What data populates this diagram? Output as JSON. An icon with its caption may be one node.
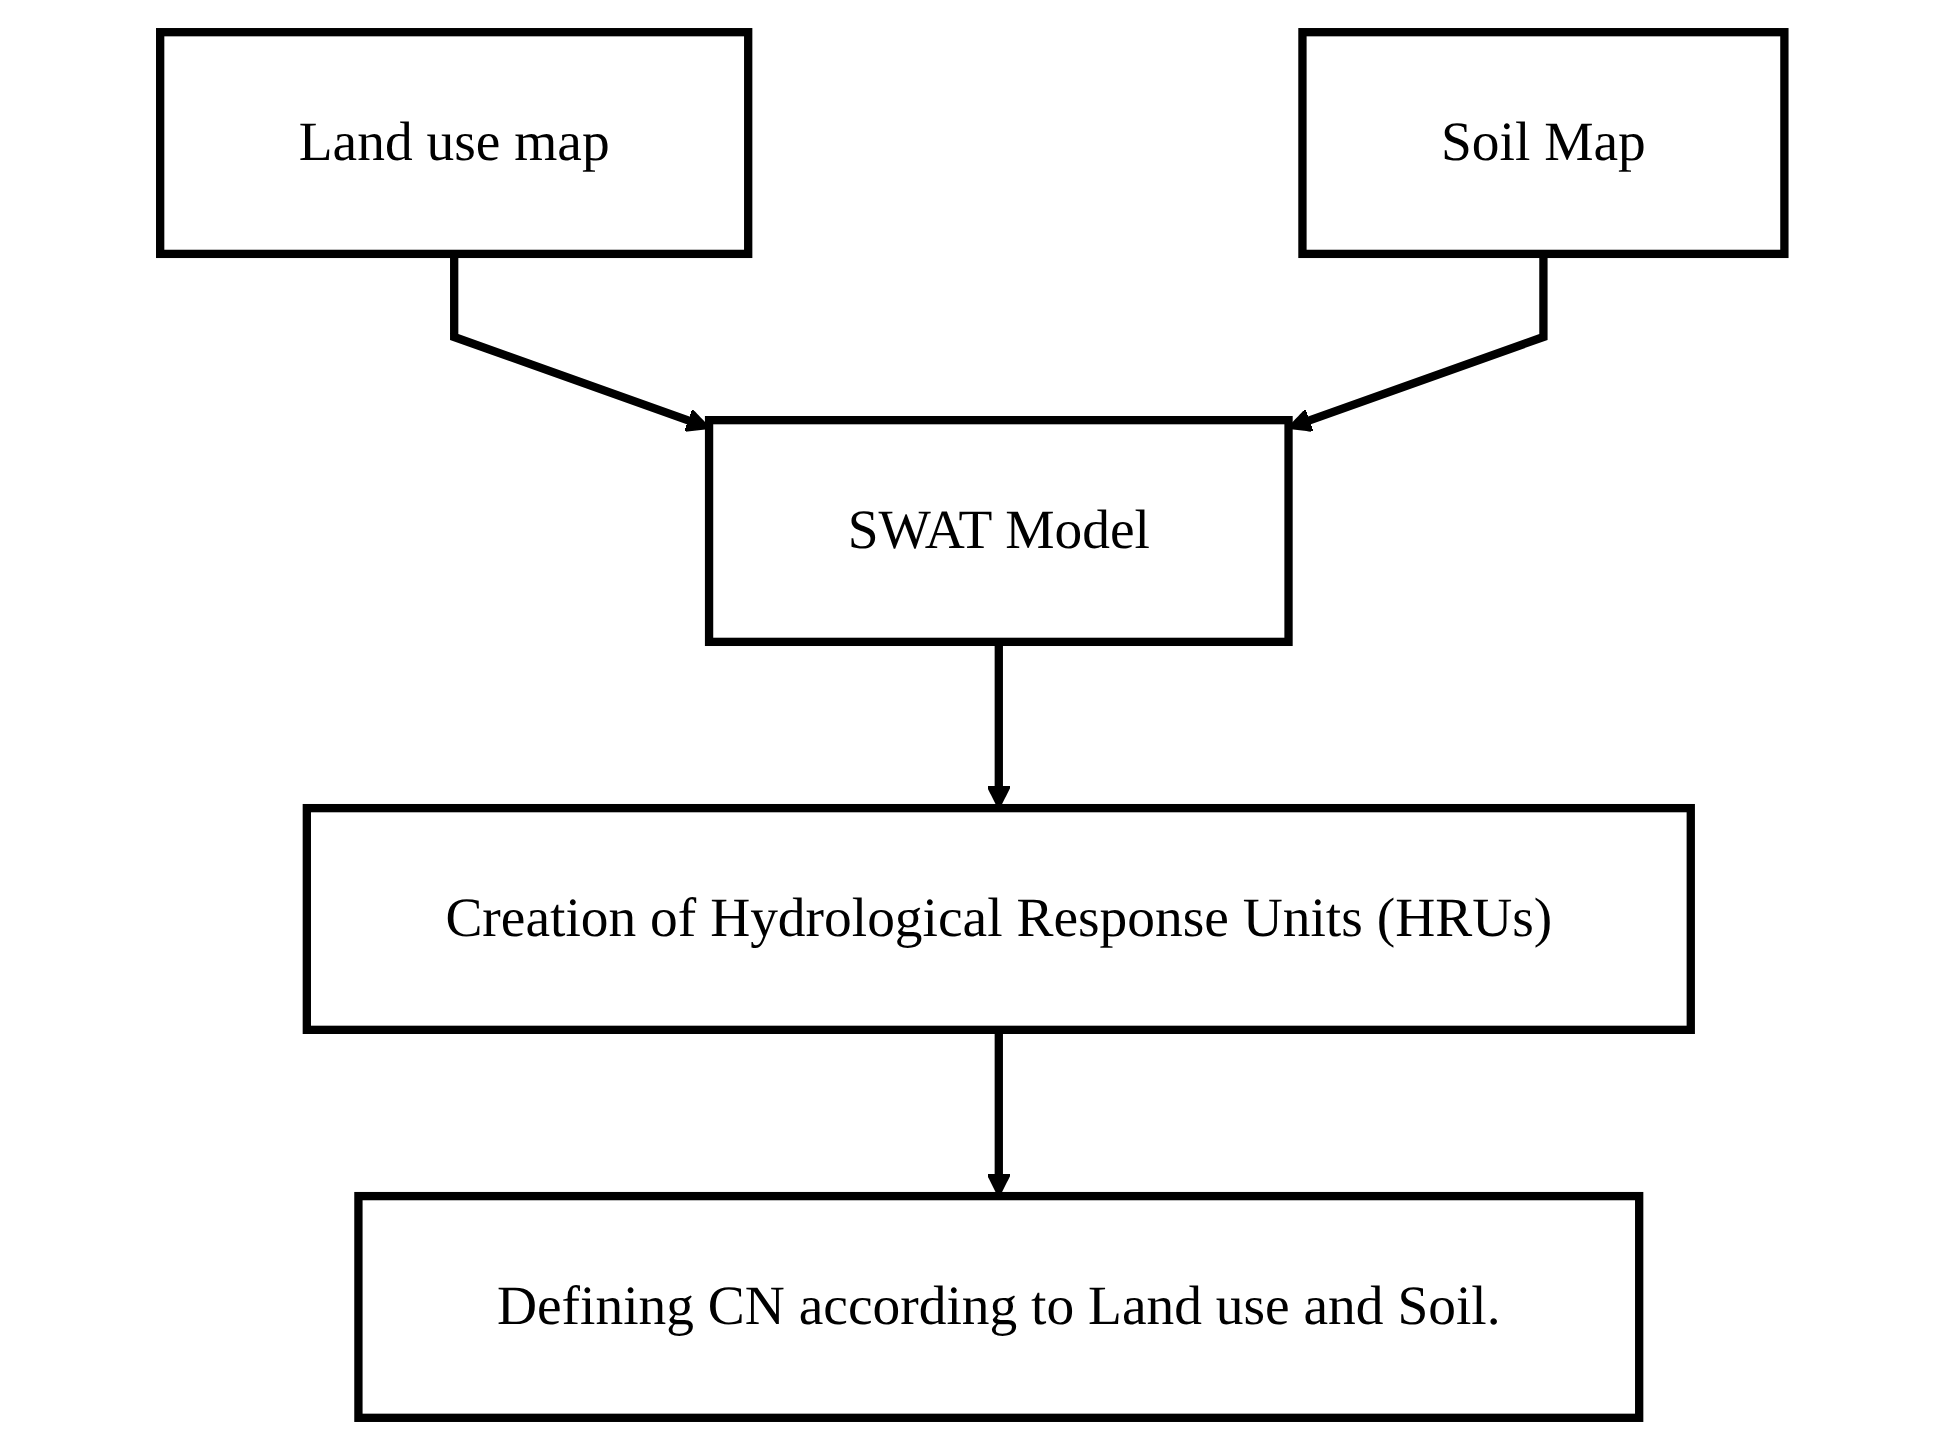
{
  "diagram": {
    "nodes": [
      {
        "text": [
          "Land use map"
        ]
      },
      {
        "text": [
          "Soil Map"
        ]
      },
      {
        "text": [
          "SWAT Model"
        ]
      },
      {
        "text": [
          "Creation of Hydrological Response Units (HRUs)"
        ]
      },
      {
        "text": [
          "Defining CN according to Land use and Soil."
        ]
      }
    ],
    "edges": [
      {
        "from": 0,
        "to": 2,
        "arrow": "to"
      },
      {
        "from": 1,
        "to": 2,
        "arrow": "to"
      },
      {
        "from": 2,
        "to": 3,
        "arrow": "to"
      },
      {
        "from": 3,
        "to": 4,
        "arrow": "to"
      }
    ]
  }
}
